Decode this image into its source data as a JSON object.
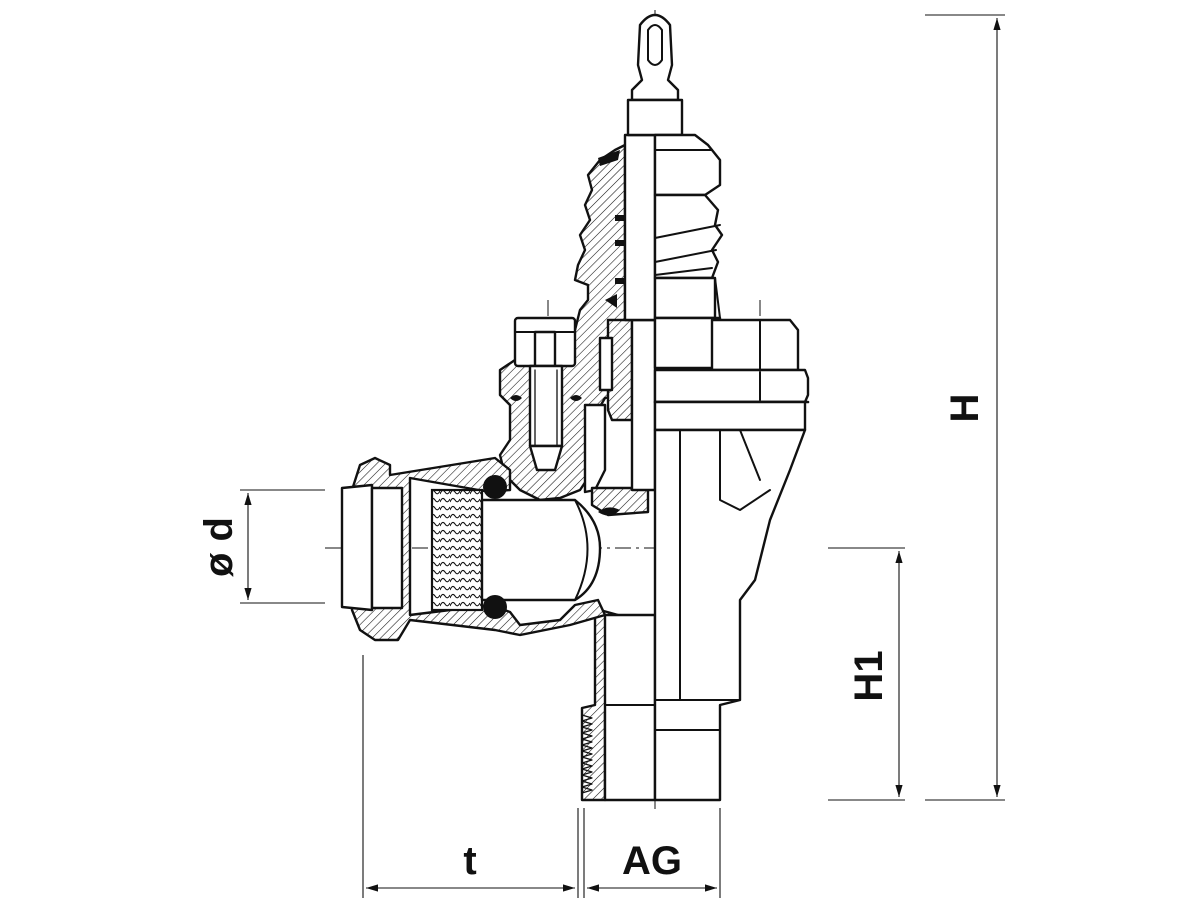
{
  "drawing": {
    "dimensions": {
      "height_total": "H",
      "height_outlet": "H1",
      "diameter_inlet": "ø d",
      "insertion_depth": "t",
      "outer_thread": "AG"
    }
  }
}
